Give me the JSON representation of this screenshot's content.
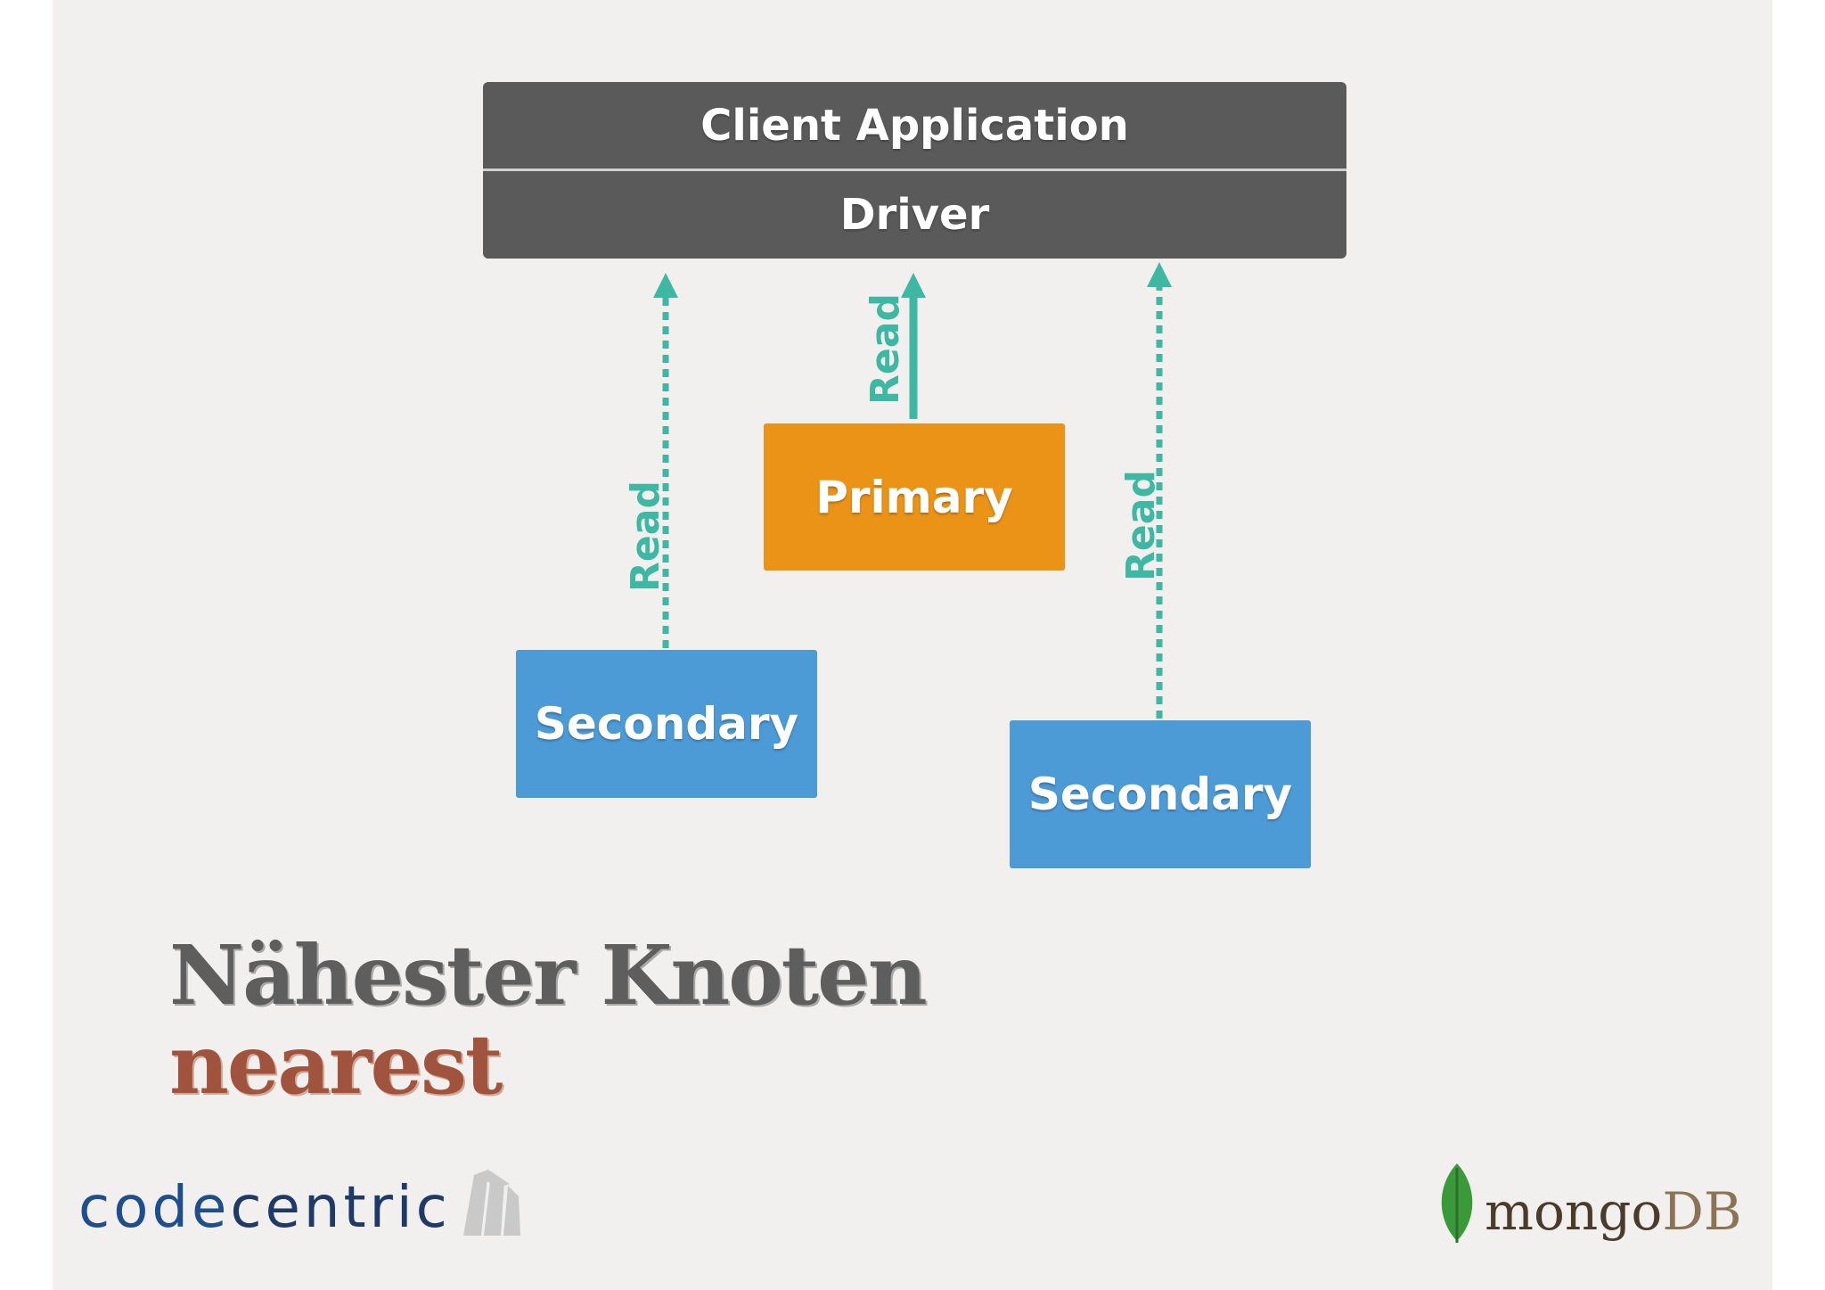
{
  "diagram": {
    "client_label": "Client Application",
    "driver_label": "Driver",
    "primary_label": "Primary",
    "secondary_left_label": "Secondary",
    "secondary_right_label": "Secondary",
    "read_labels": [
      "Read",
      "Read",
      "Read"
    ]
  },
  "titles": {
    "heading_de": "Nähester Knoten",
    "heading_en": "nearest"
  },
  "logos": {
    "codecentric_part1": "code",
    "codecentric_part2": "centric",
    "mongodb_part1": "mongo",
    "mongodb_part2": "DB"
  },
  "colors": {
    "dark_box": "#5a5a5a",
    "primary": "#eb9316",
    "secondary": "#4c9ad6",
    "arrow": "#3eb8a2",
    "heading_de": "#5e5e5e",
    "heading_en": "#a0543d",
    "mongo_leaf": "#3a9a3a"
  }
}
